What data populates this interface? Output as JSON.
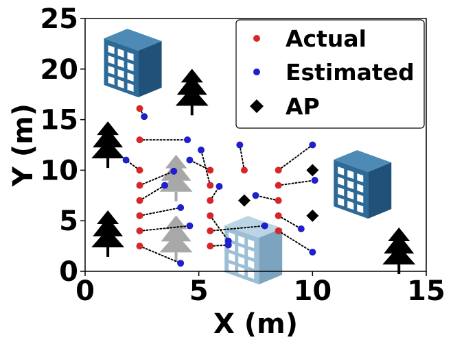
{
  "chart_data": {
    "type": "scatter",
    "xlabel": "X (m)",
    "ylabel": "Y (m)",
    "xlim": [
      0,
      15
    ],
    "ylim": [
      0,
      25
    ],
    "xticks": [
      "0",
      "5",
      "10",
      "15"
    ],
    "yticks": [
      "0",
      "5",
      "10",
      "15",
      "20",
      "25"
    ],
    "grid": false,
    "legend_position": "top-right",
    "legend": [
      {
        "label": "Actual",
        "marker": "circle",
        "color": "#d62728"
      },
      {
        "label": "Estimated",
        "marker": "circle",
        "color": "#1f1fcc"
      },
      {
        "label": "AP",
        "marker": "diamond",
        "color": "#000000"
      }
    ],
    "colors": {
      "actual": "#d62728",
      "estimated": "#1f1fcc",
      "ap": "#000000"
    },
    "pairs": [
      {
        "actual": [
          2.4,
          16.1
        ],
        "estimated": [
          2.6,
          15.3
        ]
      },
      {
        "actual": [
          2.4,
          13.0
        ],
        "estimated": [
          4.5,
          13.0
        ]
      },
      {
        "actual": [
          2.4,
          10.0
        ],
        "estimated": [
          1.8,
          11.0
        ]
      },
      {
        "actual": [
          2.4,
          8.5
        ],
        "estimated": [
          3.9,
          9.9
        ]
      },
      {
        "actual": [
          2.4,
          7.0
        ],
        "estimated": [
          3.5,
          8.5
        ]
      },
      {
        "actual": [
          2.4,
          5.5
        ],
        "estimated": [
          4.2,
          6.3
        ]
      },
      {
        "actual": [
          2.4,
          4.0
        ],
        "estimated": [
          4.6,
          4.5
        ]
      },
      {
        "actual": [
          2.4,
          2.5
        ],
        "estimated": [
          4.2,
          0.8
        ]
      },
      {
        "actual": [
          5.5,
          10.0
        ],
        "estimated": [
          4.6,
          11.0
        ]
      },
      {
        "actual": [
          5.5,
          8.5
        ],
        "estimated": [
          5.1,
          12.0
        ]
      },
      {
        "actual": [
          5.5,
          7.0
        ],
        "estimated": [
          5.9,
          8.4
        ]
      },
      {
        "actual": [
          5.5,
          5.5
        ],
        "estimated": [
          6.3,
          3.0
        ]
      },
      {
        "actual": [
          5.5,
          4.0
        ],
        "estimated": [
          7.9,
          4.5
        ]
      },
      {
        "actual": [
          5.5,
          2.5
        ],
        "estimated": [
          6.3,
          2.6
        ]
      },
      {
        "actual": [
          7.0,
          10.0
        ],
        "estimated": [
          6.8,
          12.5
        ]
      },
      {
        "actual": [
          8.5,
          10.0
        ],
        "estimated": [
          10.0,
          12.5
        ]
      },
      {
        "actual": [
          8.5,
          8.5
        ],
        "estimated": [
          10.1,
          9.0
        ]
      },
      {
        "actual": [
          8.5,
          7.0
        ],
        "estimated": [
          7.5,
          7.5
        ]
      },
      {
        "actual": [
          8.5,
          5.5
        ],
        "estimated": [
          9.5,
          4.2
        ]
      },
      {
        "actual": [
          8.5,
          4.0
        ],
        "estimated": [
          10.0,
          1.9
        ]
      }
    ],
    "ap": [
      [
        7.0,
        7.0
      ],
      [
        10.0,
        10.0
      ],
      [
        10.0,
        5.5
      ]
    ],
    "decorations": {
      "buildings": [
        {
          "x": 2.1,
          "y": 21.0,
          "style": "dark"
        },
        {
          "x": 12.2,
          "y": 9.0,
          "style": "dark"
        },
        {
          "x": 7.4,
          "y": 2.5,
          "style": "light"
        }
      ],
      "trees": [
        {
          "x": 4.7,
          "y": 18.0,
          "color": "#000000"
        },
        {
          "x": 1.0,
          "y": 12.8,
          "color": "#000000"
        },
        {
          "x": 1.0,
          "y": 4.0,
          "color": "#000000"
        },
        {
          "x": 13.8,
          "y": 2.3,
          "color": "#000000"
        },
        {
          "x": 4.0,
          "y": 9.5,
          "color": "#a8a8a8"
        },
        {
          "x": 4.0,
          "y": 3.5,
          "color": "#a8a8a8"
        }
      ]
    }
  }
}
